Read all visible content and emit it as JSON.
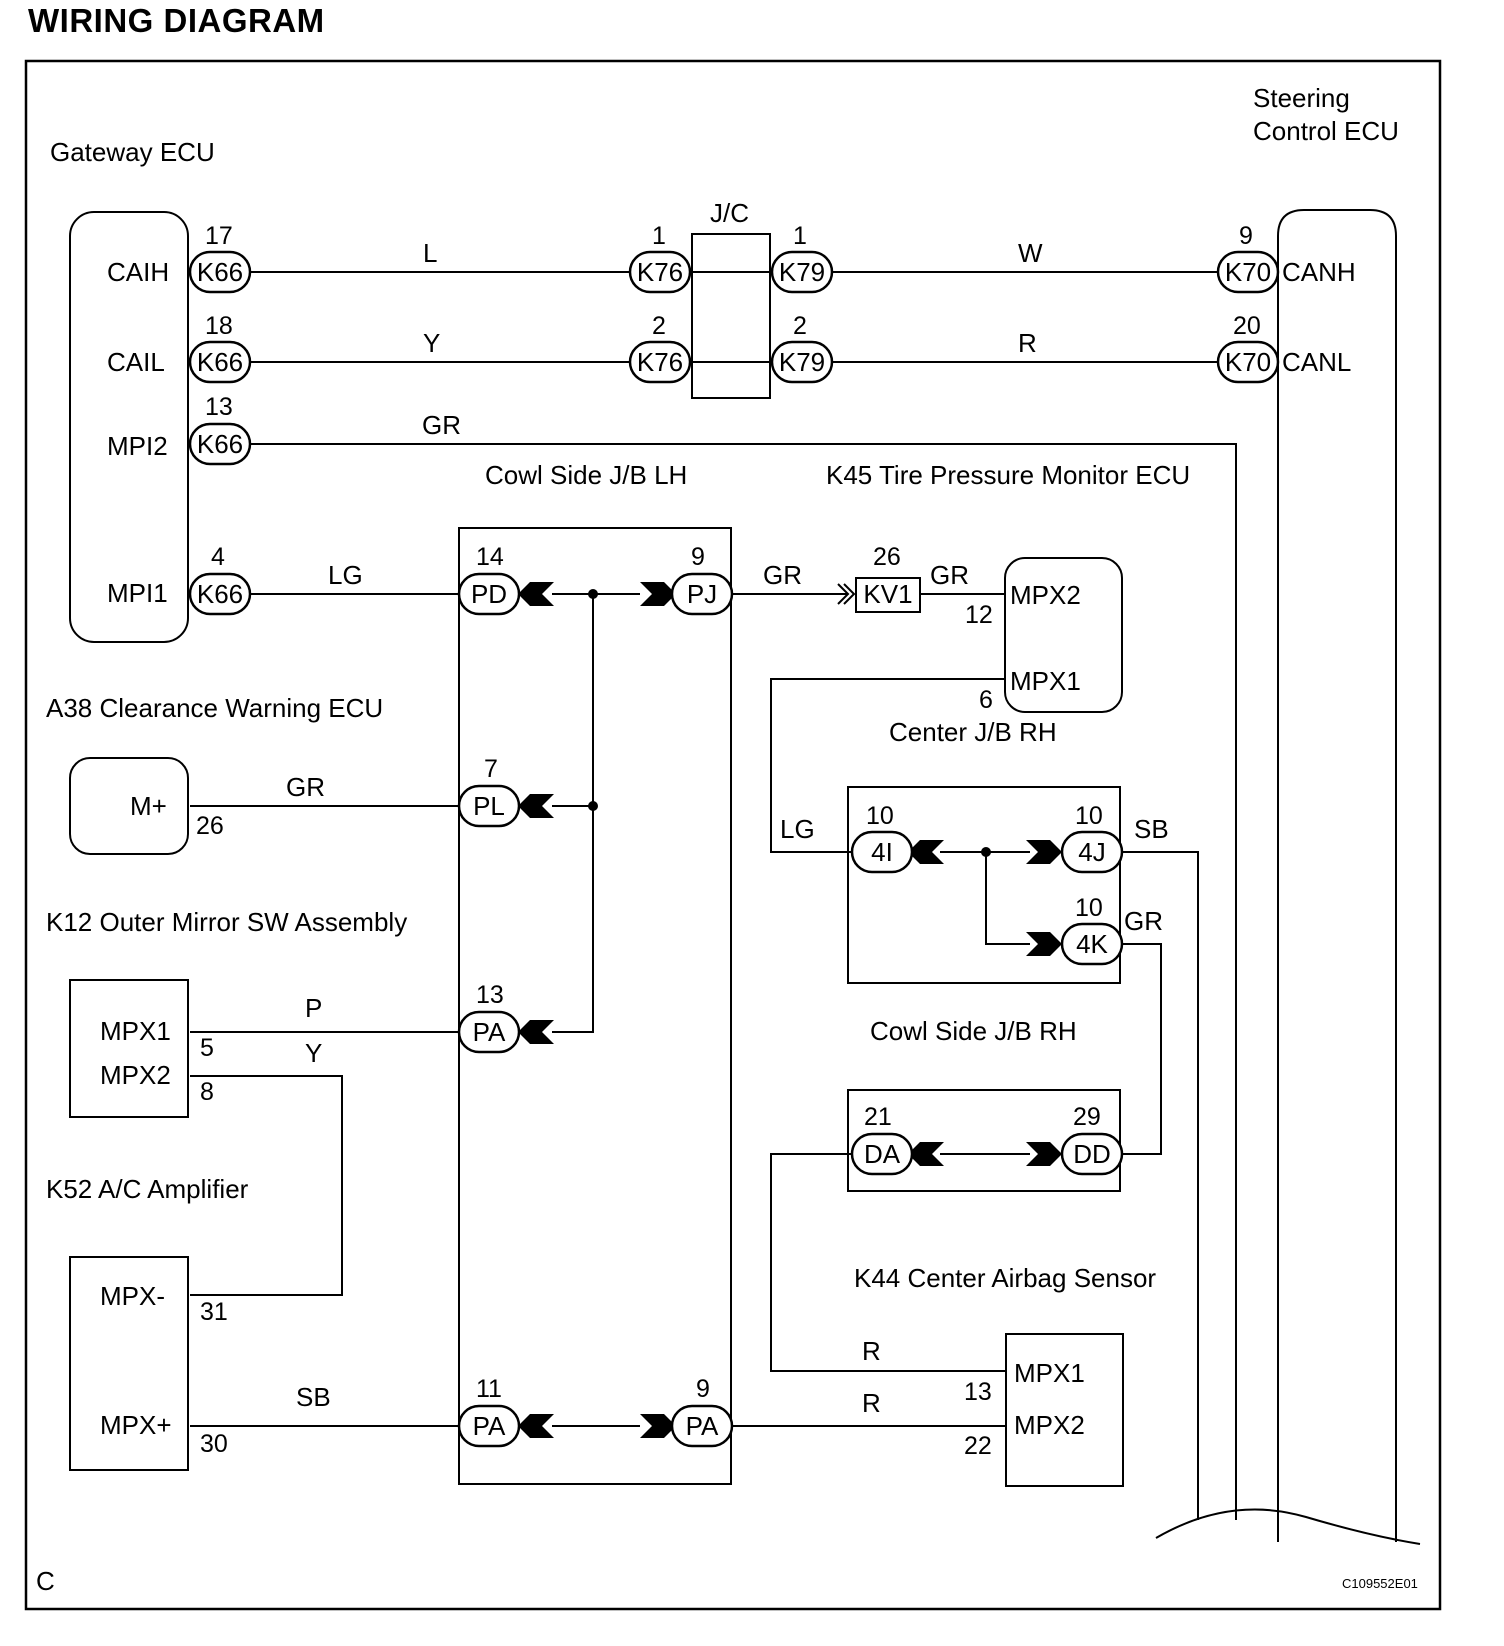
{
  "title": "WIRING DIAGRAM",
  "corner_letter": "C",
  "figure_id": "C109552E01",
  "components": {
    "gateway": "Gateway ECU",
    "steering": [
      "Steering",
      "Control ECU"
    ],
    "jc": "J/C",
    "cowl_lh": "Cowl Side J/B LH",
    "k45": "K45 Tire Pressure Monitor ECU",
    "a38": "A38 Clearance Warning ECU",
    "center_rh": "Center J/B RH",
    "k12": "K12 Outer Mirror SW Assembly",
    "cowl_rh": "Cowl Side J/B RH",
    "k52": "K52 A/C Amplifier",
    "k44": "K44 Center Airbag Sensor"
  },
  "terminals": {
    "caih": "CAIH",
    "cail": "CAIL",
    "mpi2": "MPI2",
    "mpi1": "MPI1",
    "canh": "CANH",
    "canl": "CANL",
    "k45_mpx2": "MPX2",
    "k45_mpx1": "MPX1",
    "a38_m": "M+",
    "k12_mpx1": "MPX1",
    "k12_mpx2": "MPX2",
    "k52_mpxm": "MPX-",
    "k52_mpxp": "MPX+",
    "k44_mpx1": "MPX1",
    "k44_mpx2": "MPX2"
  },
  "connectors": {
    "k66": "K66",
    "k76": "K76",
    "k79": "K79",
    "k70": "K70",
    "pd": "PD",
    "pj": "PJ",
    "pl": "PL",
    "pa": "PA",
    "kv1": "KV1",
    "c4i": "4I",
    "c4j": "4J",
    "c4k": "4K",
    "da": "DA",
    "dd": "DD"
  },
  "pins": {
    "p17": "17",
    "p18": "18",
    "p13a": "13",
    "p4": "4",
    "jc1a": "1",
    "jc1b": "1",
    "jc2a": "2",
    "jc2b": "2",
    "p9a": "9",
    "p20": "20",
    "pd14": "14",
    "pj9": "9",
    "pl7": "7",
    "pa13": "13",
    "pa11": "11",
    "pa9": "9",
    "kv26": "26",
    "k45_12": "12",
    "k45_6": "6",
    "a38_26": "26",
    "k12_5": "5",
    "k12_8": "8",
    "k52_31": "31",
    "k52_30": "30",
    "c4i10": "10",
    "c4j10": "10",
    "c4k10": "10",
    "da21": "21",
    "dd29": "29",
    "k44_13": "13",
    "k44_22": "22"
  },
  "wire_colors": {
    "w_l": "L",
    "w_y": "Y",
    "w_w": "W",
    "w_r": "R",
    "w_gr1": "GR",
    "w_lg1": "LG",
    "w_gr2": "GR",
    "w_gr3": "GR",
    "w_gr4": "GR",
    "w_lg2": "LG",
    "w_sb1": "SB",
    "w_gr5": "GR",
    "w_p": "P",
    "w_y2": "Y",
    "w_sb2": "SB",
    "w_r2": "R",
    "w_r3": "R"
  }
}
